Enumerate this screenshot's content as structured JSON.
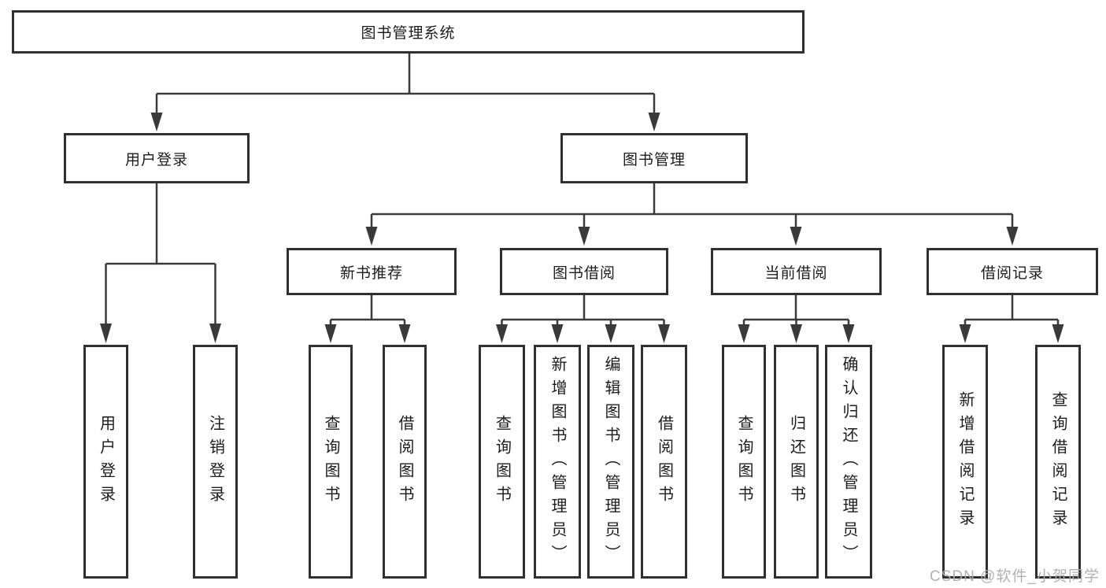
{
  "diagram": {
    "title_node": {
      "label": "图书管理系统"
    },
    "level2": [
      {
        "label": "用户登录"
      },
      {
        "label": "图书管理"
      }
    ],
    "level3": [
      {
        "label": "新书推荐",
        "parent": "图书管理"
      },
      {
        "label": "图书借阅",
        "parent": "图书管理"
      },
      {
        "label": "当前借阅",
        "parent": "图书管理"
      },
      {
        "label": "借阅记录",
        "parent": "图书管理"
      }
    ],
    "leaves": [
      {
        "label": "用户登录",
        "parent": "用户登录"
      },
      {
        "label": "注销登录",
        "parent": "用户登录"
      },
      {
        "label": "查询图书",
        "parent": "新书推荐"
      },
      {
        "label": "借阅图书",
        "parent": "新书推荐"
      },
      {
        "label": "查询图书",
        "parent": "图书借阅"
      },
      {
        "label": "新增图书（管理员）",
        "parent": "图书借阅"
      },
      {
        "label": "编辑图书（管理员）",
        "parent": "图书借阅"
      },
      {
        "label": "借阅图书",
        "parent": "图书借阅"
      },
      {
        "label": "查询图书",
        "parent": "当前借阅"
      },
      {
        "label": "归还图书",
        "parent": "当前借阅"
      },
      {
        "label": "确认归还（管理员）",
        "parent": "当前借阅"
      },
      {
        "label": "新增借阅记录",
        "parent": "借阅记录"
      },
      {
        "label": "查询借阅记录",
        "parent": "借阅记录"
      }
    ]
  },
  "watermark": {
    "text": "CSDN @软件_小贺同学"
  },
  "colors": {
    "line": "#3a3a3a",
    "box_border": "#303030",
    "text": "#1c1c1c",
    "watermark": "#adadad",
    "background": "#ffffff"
  }
}
